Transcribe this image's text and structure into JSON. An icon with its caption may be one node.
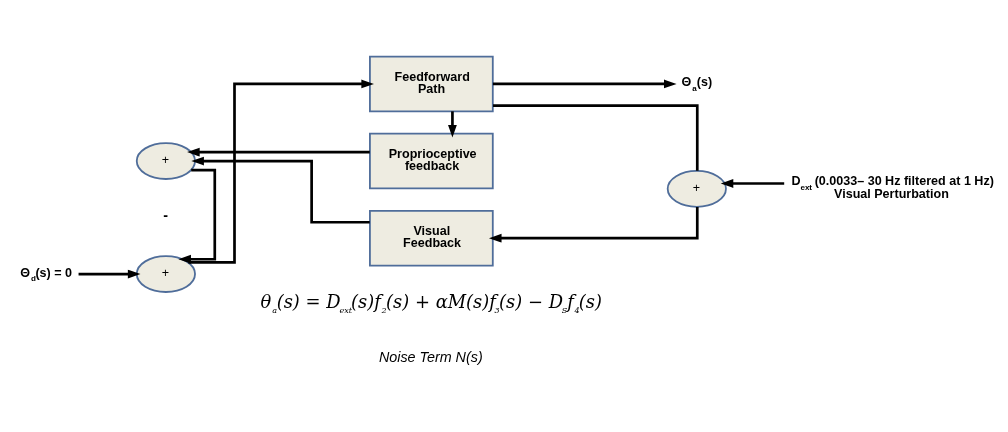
{
  "diagram": {
    "nodes": [
      {
        "text": [
          "Θ$_{d}$(s) = 0"
        ]
      },
      {
        "text": [
          "+"
        ]
      },
      {
        "text": [
          "Feedforward Path"
        ]
      },
      {
        "text": [
          "Θ$_{a}$(s)"
        ]
      },
      {
        "text": [
          "+"
        ]
      },
      {
        "text": [
          "Proprioceptive feedback"
        ]
      },
      {
        "text": [
          "Visual Feedback"
        ]
      },
      {
        "text": [
          "+"
        ]
      },
      {
        "text": [
          "D$_{ext}$ (0.0033– 30 Hz filtered at 1 Hz) Visual Perturbation"
        ]
      }
    ],
    "edges": [
      {
        "from": 0,
        "to": 1,
        "arrow": "to"
      },
      {
        "from": 1,
        "to": 2,
        "arrow": "to"
      },
      {
        "from": 2,
        "to": 3,
        "arrow": "to"
      },
      {
        "from": 2,
        "to": 5,
        "arrow": "to"
      },
      {
        "from": 2,
        "to": 7,
        "arrow": "none"
      },
      {
        "from": 5,
        "to": 4,
        "arrow": "to"
      },
      {
        "from": 4,
        "to": 1,
        "arrow": "to"
      },
      {
        "from": 8,
        "to": 7,
        "arrow": "to"
      },
      {
        "from": 7,
        "to": 6,
        "arrow": "to"
      },
      {
        "from": 6,
        "to": 4,
        "arrow": "to"
      }
    ],
    "labels": [
      "-",
      "θ$_{a}$(s) = D$_{ext}$(s)f$_{2}$(s) + αM(s)f$_{3}$(s) − D$_{S}$f$_{4}$(s)",
      "Noise Term N(s)"
    ]
  }
}
